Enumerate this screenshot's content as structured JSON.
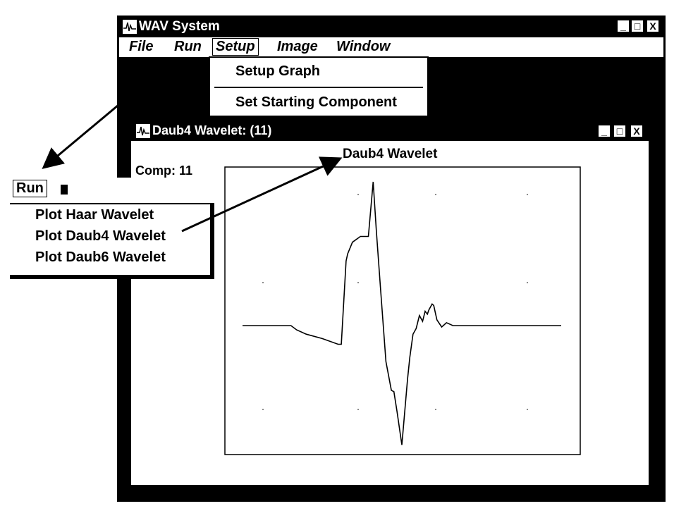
{
  "main_window": {
    "title": "WAV System",
    "menu": [
      "File",
      "Run",
      "Setup",
      "Image",
      "Window"
    ],
    "buttons": [
      "_",
      "□",
      "X"
    ]
  },
  "setup_menu": {
    "items": [
      "Setup Graph",
      "Set Starting Component"
    ]
  },
  "child_window": {
    "title": "Daub4 Wavelet: (11)",
    "buttons": [
      "_",
      "□",
      "X"
    ],
    "chart_title": "Daub4 Wavelet",
    "comp_label": "Comp: 11"
  },
  "run_menu": {
    "title": "Run",
    "items": [
      "Plot Haar Wavelet",
      "Plot Daub4 Wavelet",
      "Plot Daub6 Wavelet"
    ]
  },
  "chart_data": {
    "type": "line",
    "title": "Daub4 Wavelet",
    "xlabel": "",
    "ylabel": "",
    "grid": false,
    "x": [
      0,
      0.152,
      0.17,
      0.2,
      0.25,
      0.3,
      0.31,
      0.325,
      0.33,
      0.345,
      0.37,
      0.395,
      0.41,
      0.42,
      0.433,
      0.45,
      0.467,
      0.475,
      0.485,
      0.5,
      0.518,
      0.525,
      0.535,
      0.545,
      0.555,
      0.565,
      0.573,
      0.58,
      0.585,
      0.595,
      0.6,
      0.61,
      0.625,
      0.64,
      0.66,
      0.7,
      0.8,
      0.9,
      1.0
    ],
    "values": [
      0,
      0,
      -0.03,
      -0.06,
      -0.09,
      -0.13,
      -0.13,
      0.45,
      0.5,
      0.58,
      0.62,
      0.62,
      1.0,
      0.66,
      0.26,
      -0.25,
      -0.45,
      -0.46,
      -0.6,
      -0.83,
      -0.37,
      -0.22,
      -0.06,
      -0.02,
      0.07,
      0.03,
      0.1,
      0.08,
      0.11,
      0.15,
      0.14,
      0.04,
      -0.01,
      0.02,
      0,
      0,
      0,
      0,
      0
    ],
    "xlim": [
      0,
      1
    ],
    "ylim": [
      -1,
      1.2
    ]
  }
}
